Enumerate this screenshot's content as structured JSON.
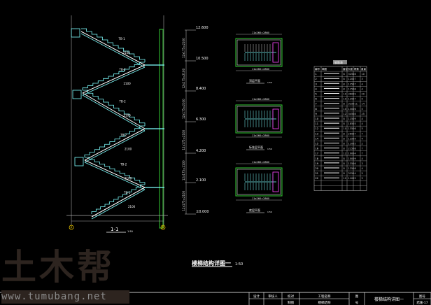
{
  "watermark": {
    "logo": "土木帮",
    "url": "www.tumubang.net"
  },
  "section": {
    "label": "1-1",
    "scale": "1:50",
    "elevations": [
      "12.600",
      "10.500",
      "8.400",
      "6.300",
      "4.200",
      "2.100",
      "±0.000"
    ],
    "flight_dims": [
      "12x175=2100",
      "12x175=2100",
      "12x175=2100",
      "12x175=2100",
      "12x175=2100",
      "12x175=2100"
    ],
    "flight_tags": [
      "TB-1",
      "TB-2",
      "TB-2",
      "TB-2",
      "TB-2",
      "TB-1"
    ],
    "axes": [
      "A",
      "B"
    ]
  },
  "plans": [
    {
      "title": "顶层平面",
      "scale": "1:50",
      "top_dim": "11x260=2860",
      "bot_dim": "11x260=2860"
    },
    {
      "title": "标准层平面",
      "scale": "1:50",
      "top_dim": "11x260=2860",
      "bot_dim": "11x260=2860"
    },
    {
      "title": "底层平面",
      "scale": "1:50",
      "top_dim": "11x260=2860",
      "bot_dim": "11x260=2860"
    }
  ],
  "rebar_table": {
    "title": "钢筋表",
    "headers": [
      "编号",
      "简图",
      "直径",
      "长度",
      "根数",
      "重量"
    ],
    "rows": [
      [
        "1",
        "",
        "8",
        "3250",
        "8",
        "10"
      ],
      [
        "2",
        "",
        "8",
        "1200",
        "7",
        "3"
      ],
      [
        "3",
        "",
        "8",
        "1350",
        "7",
        "4"
      ],
      [
        "4",
        "",
        "8",
        "1150",
        "8",
        "4"
      ],
      [
        "5",
        "",
        "10",
        "3600",
        "9",
        "20"
      ],
      [
        "6",
        "",
        "10",
        "1250",
        "7",
        "5"
      ],
      [
        "7",
        "",
        "8",
        "3250",
        "11",
        "14"
      ],
      [
        "8",
        "",
        "10",
        "1300",
        "6",
        "5"
      ],
      [
        "9",
        "",
        "12",
        "3450",
        "8",
        "25"
      ],
      [
        "10",
        "",
        "8",
        "1150",
        "9",
        "4"
      ],
      [
        "11",
        "",
        "8",
        "1850",
        "5",
        "4"
      ],
      [
        "12",
        "",
        "10",
        "1350",
        "6",
        "5"
      ],
      [
        "13",
        "",
        "8",
        "2650",
        "7",
        "7"
      ],
      [
        "14",
        "",
        "8",
        "1250",
        "9",
        "4"
      ],
      [
        "15",
        "",
        "8",
        "1100",
        "5",
        "2"
      ],
      [
        "16",
        "",
        "8",
        "2150",
        "8",
        "7"
      ],
      [
        "17",
        "",
        "12",
        "1900",
        "4",
        "7"
      ],
      [
        "18",
        "",
        "8",
        "1000",
        "9",
        "4"
      ],
      [
        "19",
        "",
        "8",
        "1350",
        "6",
        "3"
      ],
      [
        "20",
        "",
        "8",
        "1250",
        "8",
        "4"
      ],
      [
        "21",
        "",
        "8",
        "3250",
        "4",
        "5"
      ],
      [
        "22",
        "",
        "12",
        "1100",
        "5",
        "5"
      ],
      [
        "",
        "",
        "",
        "",
        "",
        ""
      ],
      [
        "",
        "",
        "",
        "",
        "",
        ""
      ]
    ]
  },
  "drawing_title": {
    "text": "楼梯结构详图一",
    "scale": "1:50"
  },
  "title_block": {
    "cells": [
      "设计",
      "审核人",
      "校对",
      "工程名称",
      "图",
      "楼梯结构详图一",
      "图号"
    ],
    "cells_row2": [
      "",
      "",
      "制图",
      "楼梯结构",
      "号",
      "",
      "结施-17"
    ]
  },
  "colors": {
    "stair": "#7fffff",
    "wall": "#33cc33",
    "line": "#ffffff",
    "grey": "#aaaaaa",
    "magenta": "#ff44ff"
  }
}
